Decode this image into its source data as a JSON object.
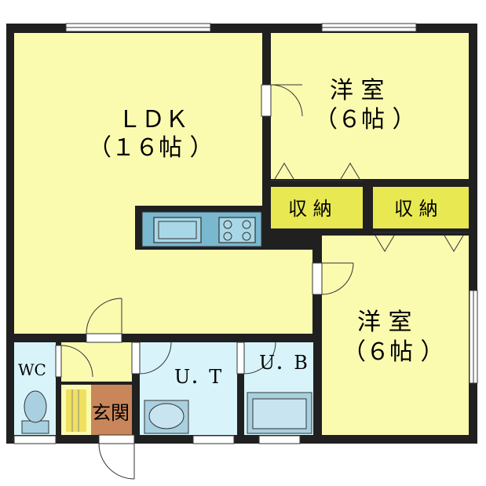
{
  "rooms": {
    "ldk": {
      "name": "ＬＤＫ",
      "size": "（１６帖 ）"
    },
    "western1": {
      "name": "洋 室",
      "size": "（６帖 ）"
    },
    "western2": {
      "name": "洋 室",
      "size": "（６帖 ）"
    },
    "storage1": {
      "name": "収 納"
    },
    "storage2": {
      "name": "収 納"
    },
    "wc": {
      "name": "WC"
    },
    "ut": {
      "name": "U．T"
    },
    "ub": {
      "name": "U．B"
    },
    "entrance": {
      "name": "玄関"
    }
  },
  "colors": {
    "living": "#fbfbb0",
    "storage": "#e8e852",
    "wet": "#d8f4fa",
    "entrance": "#c9865a",
    "wall": "#202020",
    "kitchen": "#7ab8d0"
  }
}
